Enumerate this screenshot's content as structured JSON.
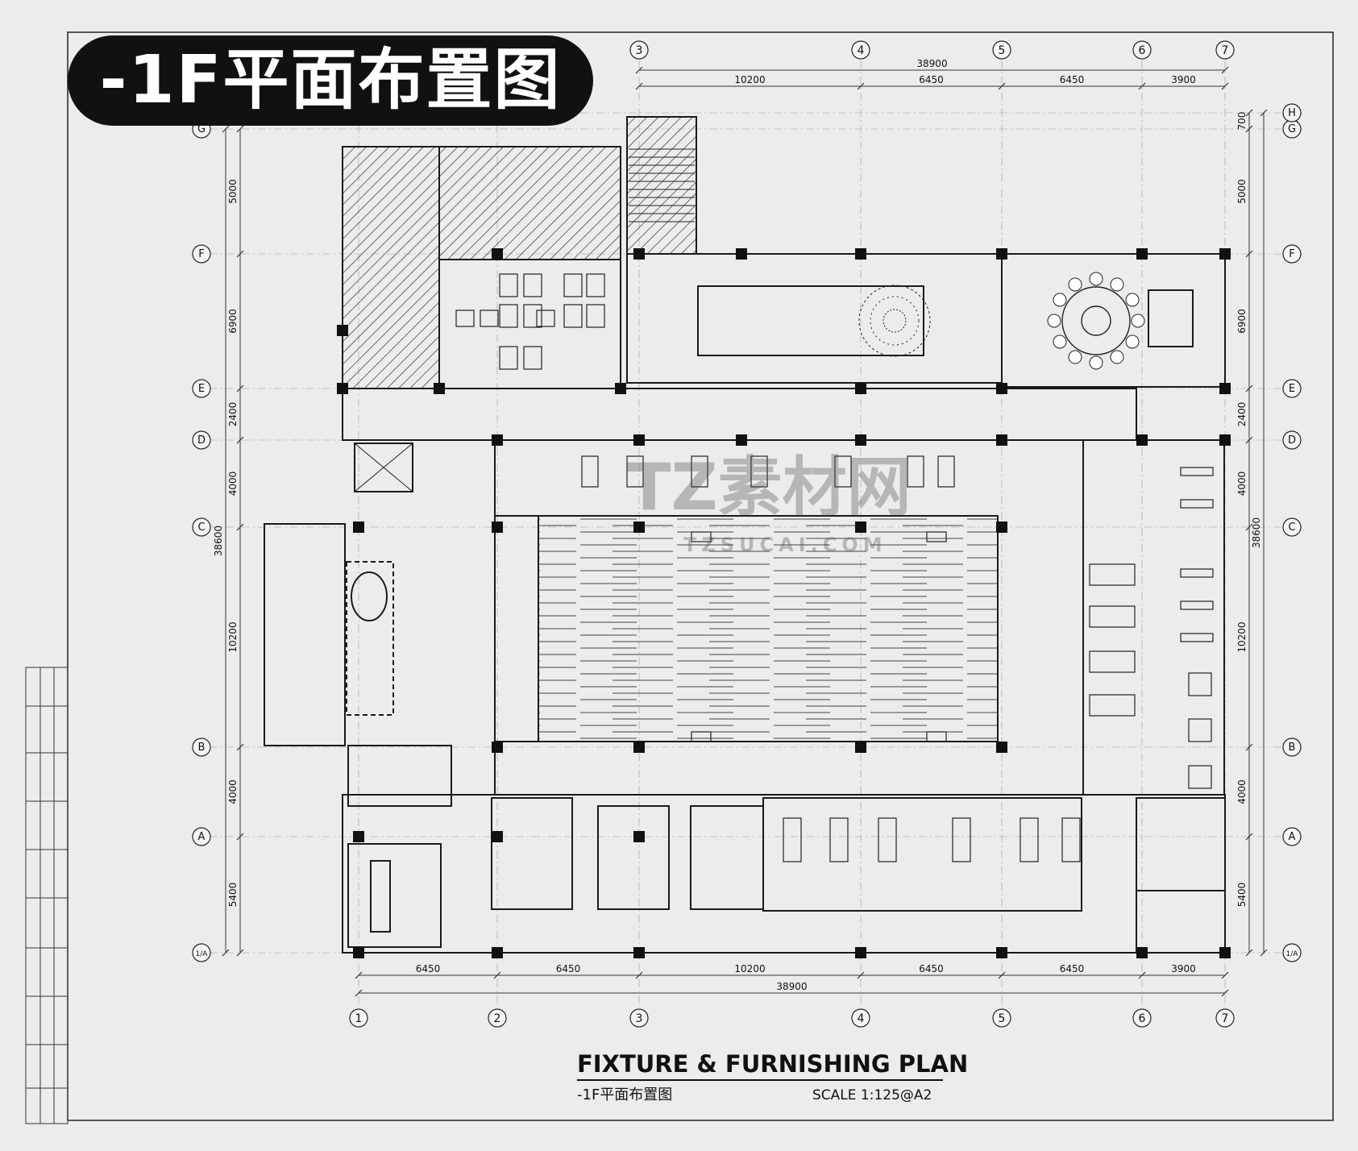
{
  "badge_title": "-1F平面布置图",
  "col_axes": [
    "1",
    "2",
    "3",
    "4",
    "5",
    "6",
    "7"
  ],
  "row_axes": [
    "1/A",
    "A",
    "B",
    "C",
    "D",
    "E",
    "F",
    "G",
    "H"
  ],
  "top_dims": [
    "10200",
    "6450",
    "6450",
    "3900"
  ],
  "top_total": "38900",
  "bottom_dims": [
    "6450",
    "6450",
    "10200",
    "6450",
    "6450",
    "3900"
  ],
  "bottom_total": "38900",
  "left_dims": [
    "5400",
    "4000",
    "10200",
    "4000",
    "2400",
    "6900",
    "5000"
  ],
  "left_total": "38600",
  "right_dims": [
    "5400",
    "4000",
    "10200",
    "4000",
    "2400",
    "6900",
    "5000",
    "700"
  ],
  "right_total": "38600",
  "watermark": {
    "main": "TZ素材网",
    "sub": "TZSUCAI.COM"
  },
  "plan_title": "FIXTURE & FURNISHING PLAN",
  "plan_subtitle": "-1F平面布置图",
  "scale": "SCALE  1:125@A2",
  "colors": {
    "ink": "#1a1a1a",
    "paper": "#ececec",
    "badge": "#111111"
  }
}
